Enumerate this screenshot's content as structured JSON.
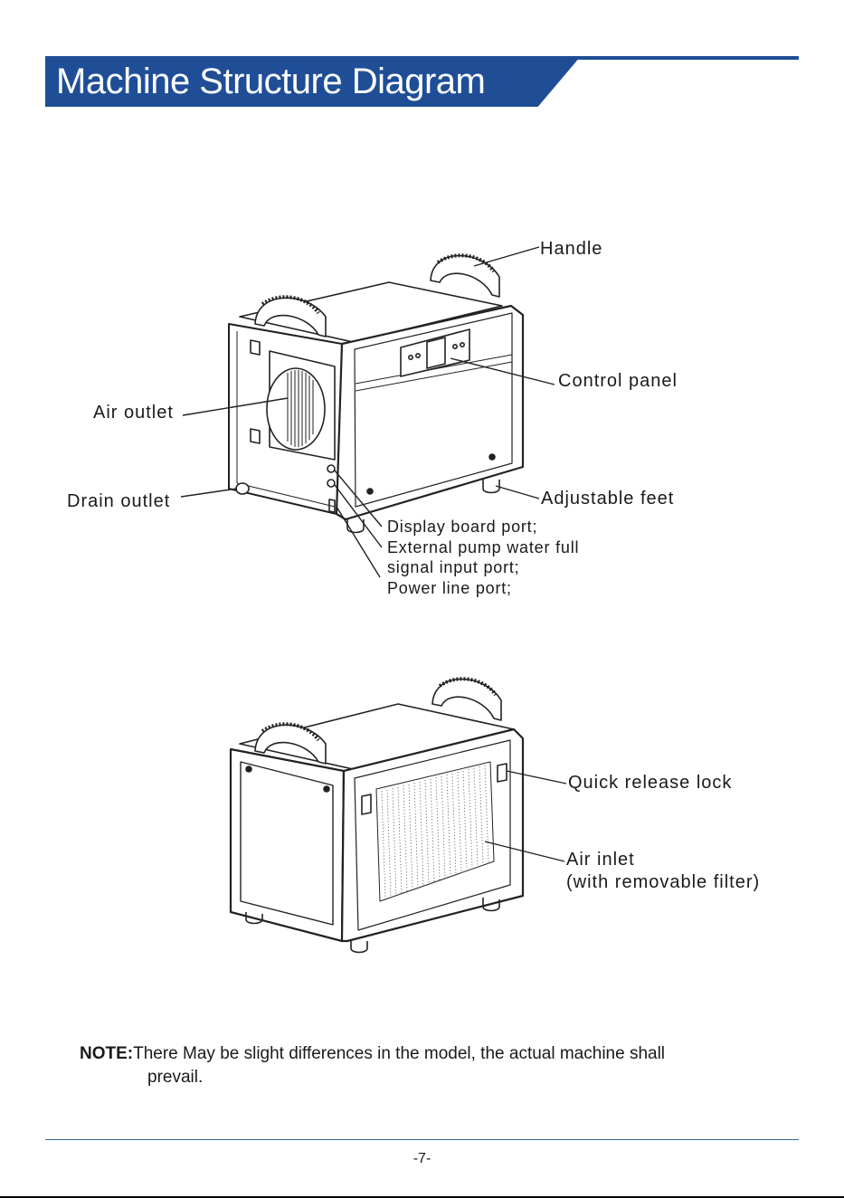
{
  "header": {
    "title": "Machine Structure Diagram",
    "accent_color": "#1f4e96"
  },
  "figure1": {
    "labels": {
      "handle": "Handle",
      "control_panel": "Control panel",
      "air_outlet": "Air outlet",
      "drain_outlet": "Drain outlet",
      "adjustable_feet": "Adjustable feet",
      "ports": [
        "Display board port;",
        "External pump water full",
        "signal input port;",
        "Power line port;"
      ]
    }
  },
  "figure2": {
    "labels": {
      "quick_release_lock": "Quick release lock",
      "air_inlet": "Air inlet",
      "air_inlet_note": "(with removable filter)"
    }
  },
  "note": {
    "prefix": "NOTE:",
    "text_line1": "There May be slight differences in the model, the actual machine shall",
    "text_line2": "prevail."
  },
  "footer": {
    "page_number": "-7-"
  }
}
